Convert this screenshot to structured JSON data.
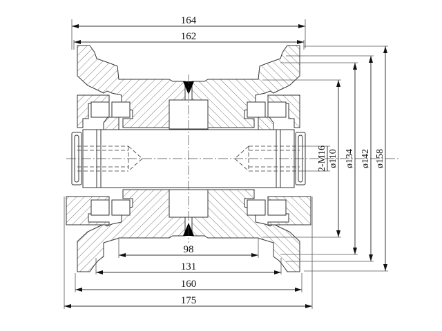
{
  "drawing": {
    "title": "Track roller cross-section",
    "horizontal_dimensions": {
      "top_overall": "164",
      "top_flange": "162",
      "bottom_inner": "98",
      "bottom_tread": "131",
      "bottom_flange": "160",
      "bottom_overall": "175"
    },
    "vertical_dimensions": {
      "thread": "2-M16",
      "d110": "ø110",
      "d134": "ø134",
      "d142": "ø142",
      "d158": "ø158"
    },
    "colors": {
      "line": "#333333",
      "hatch": "#555555",
      "background": "#ffffff"
    }
  }
}
